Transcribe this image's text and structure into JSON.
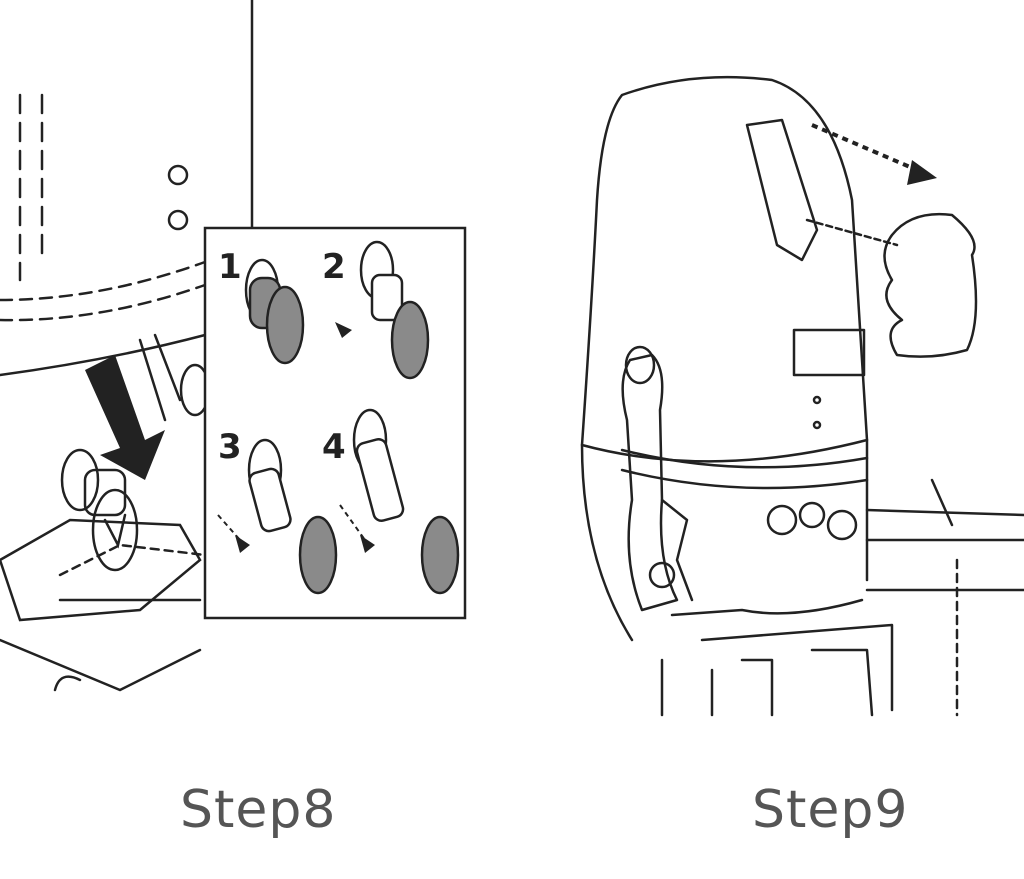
{
  "steps": [
    {
      "caption": "Step8",
      "inset_labels": [
        "1",
        "2",
        "3",
        "4"
      ]
    },
    {
      "caption": "Step9"
    }
  ],
  "colors": {
    "line": "#222222",
    "fill_gray": "#8a8a8a",
    "caption": "#555555"
  }
}
